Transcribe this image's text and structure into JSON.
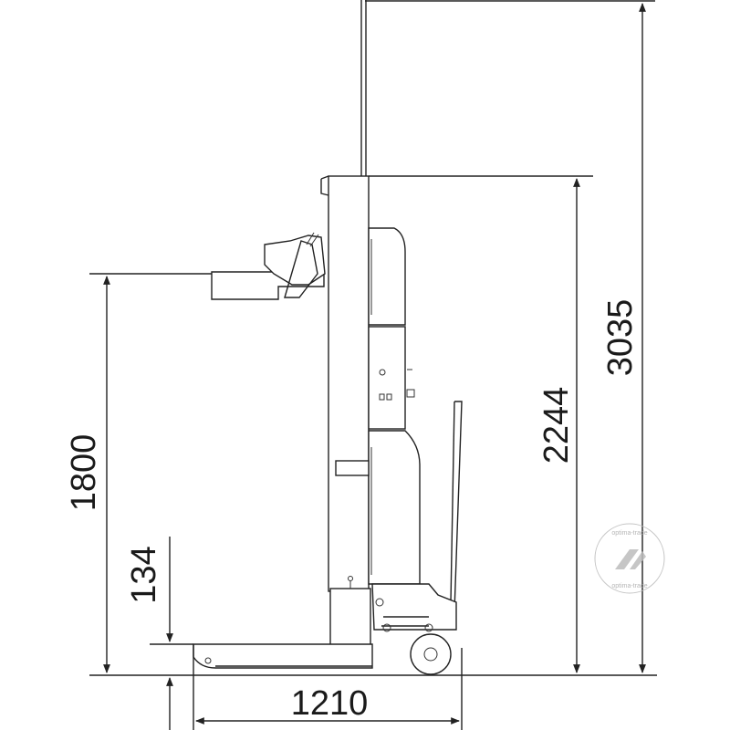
{
  "dimensions": {
    "total_height": "3035",
    "mast_height": "2244",
    "platform_height": "1800",
    "base_height": "134",
    "base_length": "1210"
  },
  "watermark": {
    "text_top": "optima-trade",
    "text_bottom": "optima-trade",
    "color": "#aaaaaa"
  },
  "colors": {
    "line": "#222222",
    "background": "#ffffff"
  }
}
